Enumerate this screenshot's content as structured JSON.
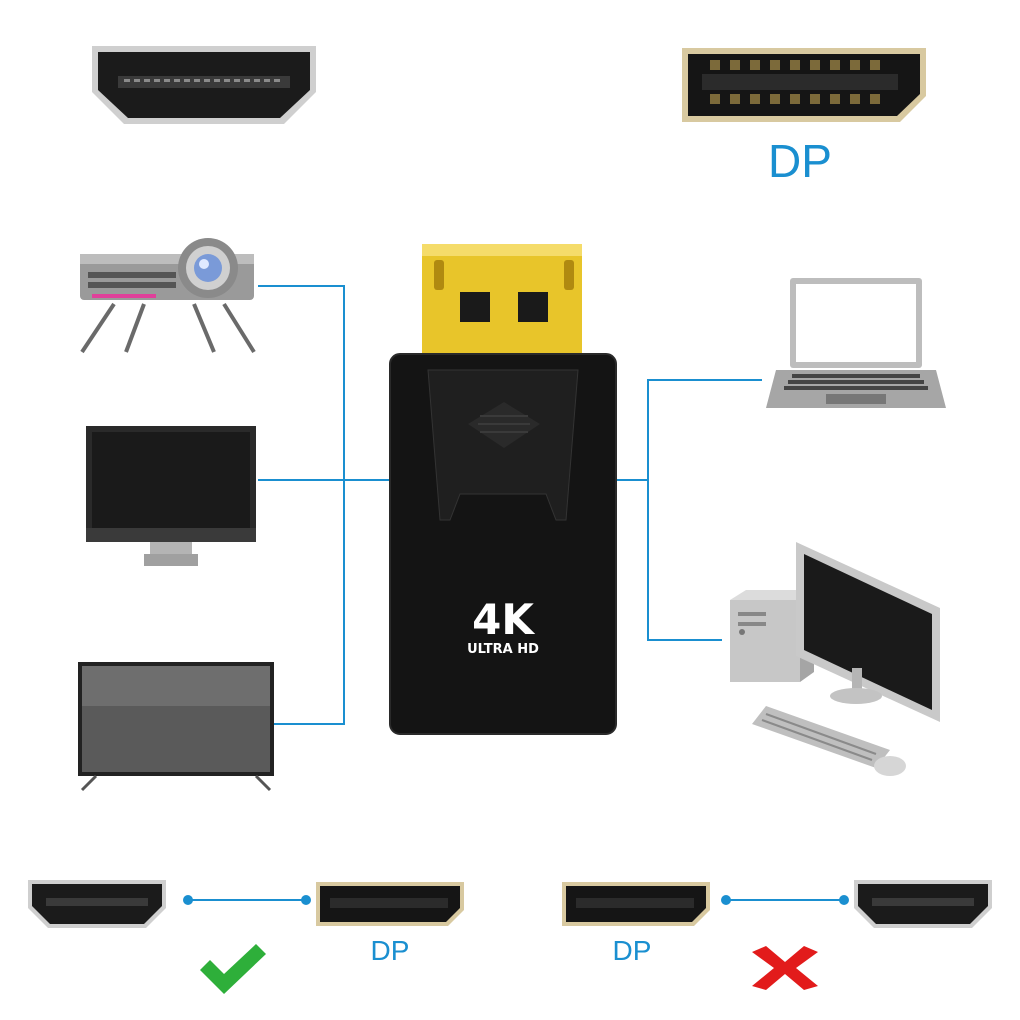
{
  "colors": {
    "accent": "#1a8fd0",
    "check": "#2eaf3a",
    "cross": "#e21b1b",
    "gold": "#e8c52a",
    "adapter_body": "#141414"
  },
  "top": {
    "dp_label": "DP"
  },
  "adapter": {
    "resolution": "4K",
    "subtitle": "ULTRA HD"
  },
  "devices": {
    "left": [
      "projector-icon",
      "monitor-icon",
      "tv-icon"
    ],
    "right": [
      "laptop-icon",
      "desktop-computer-icon"
    ]
  },
  "compat": {
    "supported": {
      "to_label": "DP",
      "status_icon": "check-icon"
    },
    "unsupported": {
      "from_label": "DP",
      "status_icon": "cross-icon"
    }
  }
}
